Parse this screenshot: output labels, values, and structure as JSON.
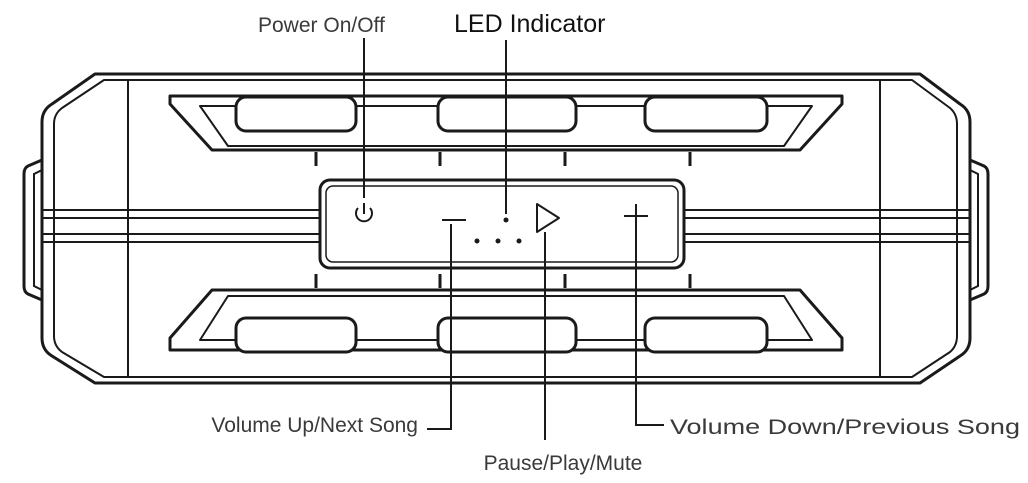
{
  "labels": {
    "power": "Power On/Off",
    "led": "LED Indicator",
    "volume_up": "Volume Up/Next Song",
    "pause": "Pause/Play/Mute",
    "volume_down": "Volume Down/Previous Song"
  },
  "icons": [
    "power-icon",
    "minus-icon",
    "led-dot-icon",
    "play-icon",
    "plus-icon"
  ],
  "colors": {
    "line": "#1a1a1a",
    "text": "#3a3a3a",
    "background": "#ffffff"
  }
}
